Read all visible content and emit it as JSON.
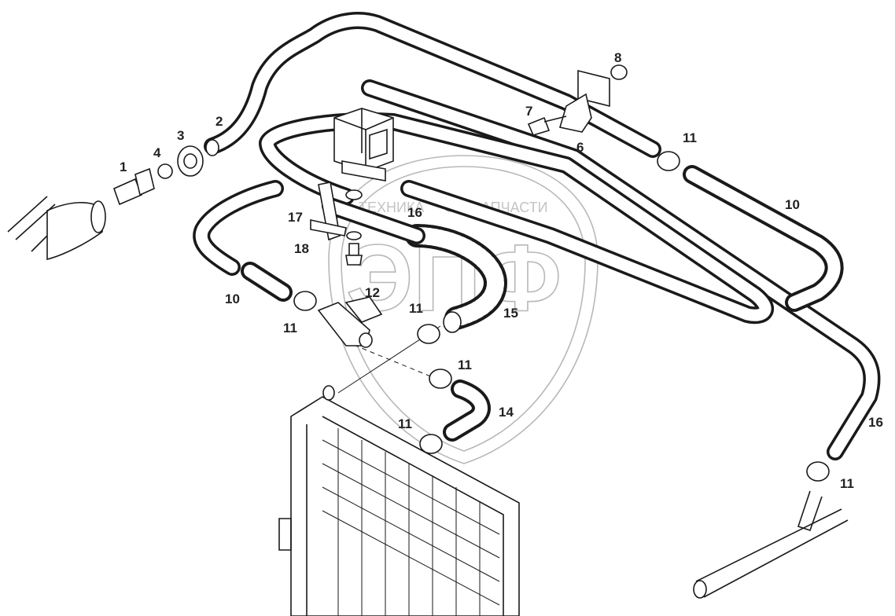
{
  "watermark": {
    "brand_left": "ТЕХНИКА",
    "brand_right": "ЗАПЧАСТИ",
    "logo_letters": "ЭПФ"
  },
  "callouts": [
    {
      "id": "c1",
      "text": "1"
    },
    {
      "id": "c2",
      "text": "2"
    },
    {
      "id": "c3",
      "text": "3"
    },
    {
      "id": "c4",
      "text": "4"
    },
    {
      "id": "c6",
      "text": "6"
    },
    {
      "id": "c7",
      "text": "7"
    },
    {
      "id": "c8",
      "text": "8"
    },
    {
      "id": "c10a",
      "text": "10"
    },
    {
      "id": "c10b",
      "text": "10"
    },
    {
      "id": "c11a",
      "text": "11"
    },
    {
      "id": "c11b",
      "text": "11"
    },
    {
      "id": "c11c",
      "text": "11"
    },
    {
      "id": "c11d",
      "text": "11"
    },
    {
      "id": "c11e",
      "text": "11"
    },
    {
      "id": "c11f",
      "text": "11"
    },
    {
      "id": "c12",
      "text": "12"
    },
    {
      "id": "c14",
      "text": "14"
    },
    {
      "id": "c15",
      "text": "15"
    },
    {
      "id": "c16a",
      "text": "16"
    },
    {
      "id": "c16b",
      "text": "16"
    },
    {
      "id": "c17",
      "text": "17"
    },
    {
      "id": "c18",
      "text": "18"
    }
  ]
}
